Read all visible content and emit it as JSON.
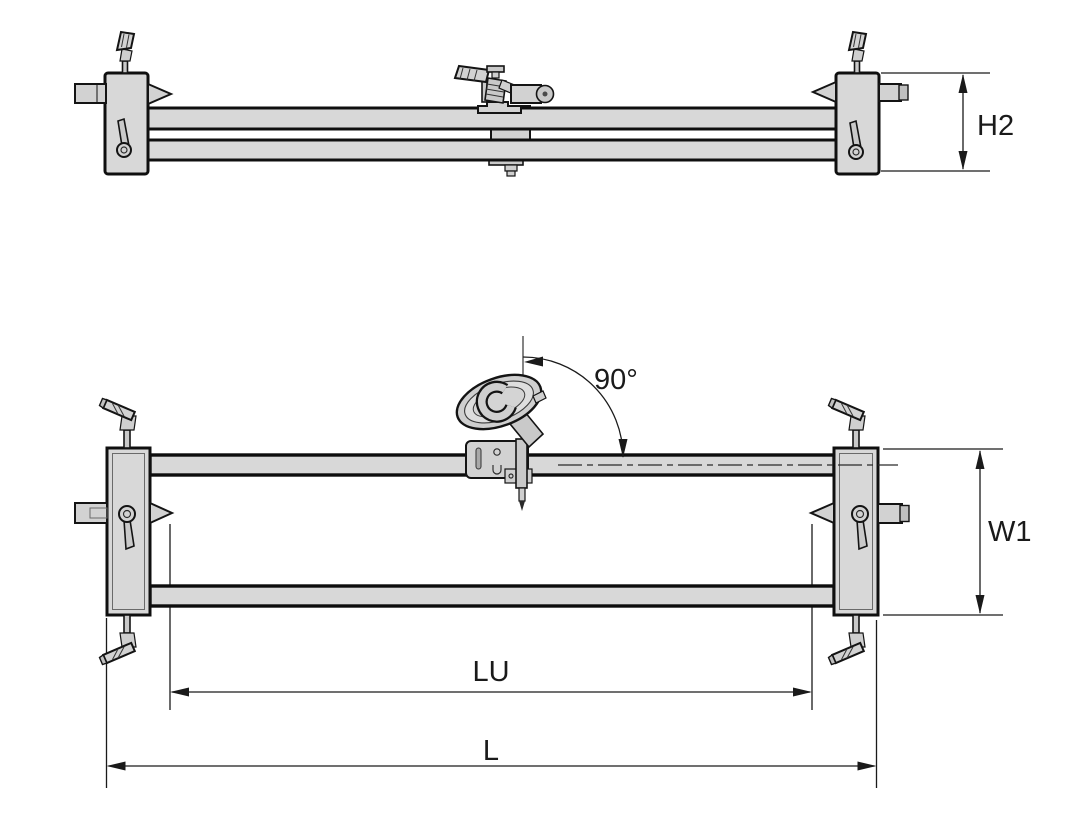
{
  "diagram": {
    "kind": "technical-drawing",
    "subject": "measuring bridge with dial indicator, two orthographic views",
    "views": [
      {
        "name": "front-elevation-view"
      },
      {
        "name": "top-plan-view"
      }
    ],
    "labels": {
      "h2": "H2",
      "w1": "W1",
      "lu": "LU",
      "l": "L",
      "angle": "90°"
    },
    "colors": {
      "background": "#ffffff",
      "outline": "#0f0f0f",
      "fill_light": "#d8d8d8",
      "fill_mid": "#c9c9c9",
      "label_text": "#1a1a1a"
    }
  }
}
